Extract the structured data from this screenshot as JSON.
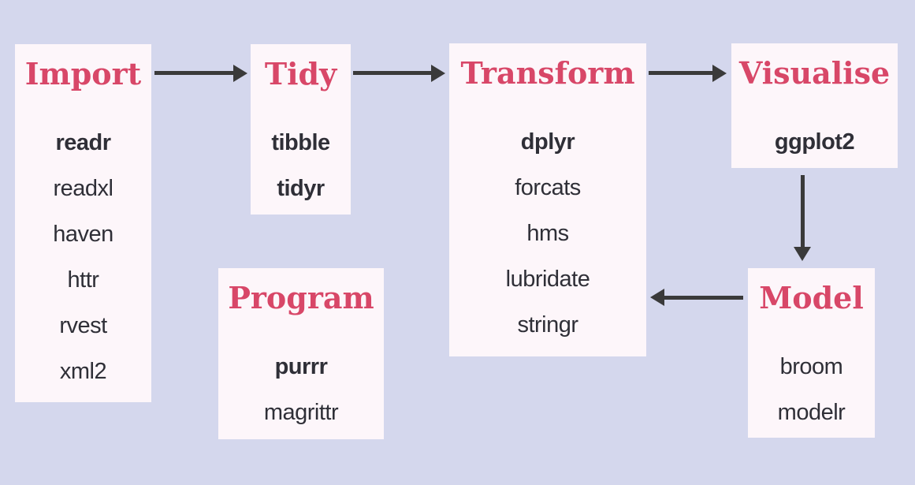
{
  "palette": {
    "background": "#d4d7ed",
    "box_fill": "#fdf6fa",
    "title_color": "#d84768",
    "package_color": "#2f2f37",
    "arrow_color": "#3a3a3a"
  },
  "nodes": [
    {
      "id": "import",
      "title": "Import",
      "packages": [
        "readr",
        "readxl",
        "haven",
        "httr",
        "rvest",
        "xml2"
      ]
    },
    {
      "id": "tidy",
      "title": "Tidy",
      "packages": [
        "tibble",
        "tidyr"
      ]
    },
    {
      "id": "transform",
      "title": "Transform",
      "packages": [
        "dplyr",
        "forcats",
        "hms",
        "lubridate",
        "stringr"
      ]
    },
    {
      "id": "visualise",
      "title": "Visualise",
      "packages": [
        "ggplot2"
      ]
    },
    {
      "id": "model",
      "title": "Model",
      "packages": [
        "broom",
        "modelr"
      ]
    },
    {
      "id": "program",
      "title": "Program",
      "packages": [
        "purrr",
        "magrittr"
      ]
    }
  ],
  "bold_packages": [
    "readr",
    "tibble",
    "tidyr",
    "dplyr",
    "ggplot2",
    "purrr"
  ],
  "edges": [
    {
      "from": "Import",
      "to": "Tidy"
    },
    {
      "from": "Tidy",
      "to": "Transform"
    },
    {
      "from": "Transform",
      "to": "Visualise"
    },
    {
      "from": "Visualise",
      "to": "Model"
    },
    {
      "from": "Model",
      "to": "Transform"
    }
  ]
}
